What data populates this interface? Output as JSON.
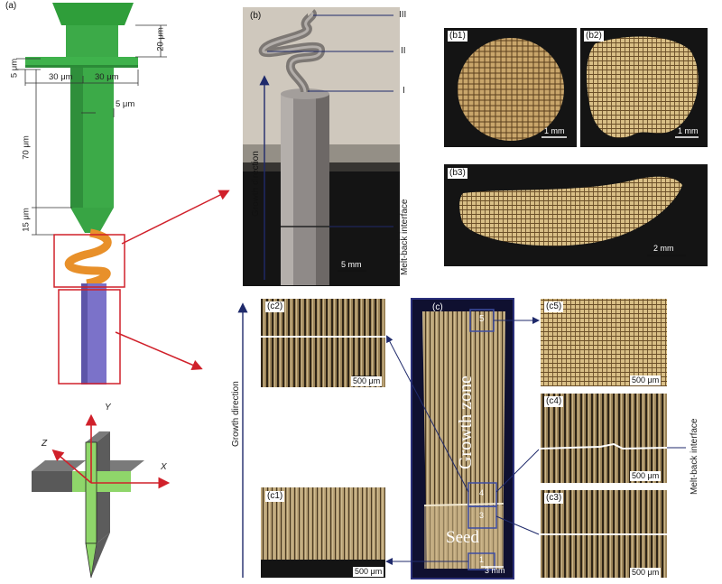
{
  "panel_a": {
    "label": "(a)",
    "dims": {
      "d5_left": "5 μm",
      "d30_left": "30 μm",
      "d30_right": "30 μm",
      "d20": "20 μm",
      "d5_right": "5 μm",
      "d70": "70 μm",
      "d15": "15 μm"
    },
    "axes": {
      "x": "X",
      "y": "Y",
      "z": "Z"
    }
  },
  "panel_b": {
    "label": "(b)",
    "markers": {
      "m3": "III",
      "m2": "II",
      "m1": "I"
    },
    "growth_direction": "Growth direction",
    "meltback": "Melt-back interface",
    "scale": "5 mm"
  },
  "panel_b1": {
    "label": "(b1)",
    "scale": "1 mm"
  },
  "panel_b2": {
    "label": "(b2)",
    "scale": "1 mm"
  },
  "panel_b3": {
    "label": "(b3)",
    "scale": "2 mm"
  },
  "panel_c": {
    "label": "(c)",
    "growth_zone": "Growth zone",
    "seed": "Seed",
    "box5": "5",
    "box4": "4",
    "box3": "3",
    "box1": "1",
    "scale": "3 mm"
  },
  "panel_c1": {
    "label": "(c1)",
    "scale": "500 μm"
  },
  "panel_c2": {
    "label": "(c2)",
    "scale": "500 μm"
  },
  "panel_c3": {
    "label": "(c3)",
    "scale": "500 μm"
  },
  "panel_c4": {
    "label": "(c4)",
    "scale": "500 μm"
  },
  "panel_c5": {
    "label": "(c5)",
    "scale": "500 μm"
  },
  "growth_direction_c": "Growth direction",
  "meltback_c": "Melt-back interface"
}
